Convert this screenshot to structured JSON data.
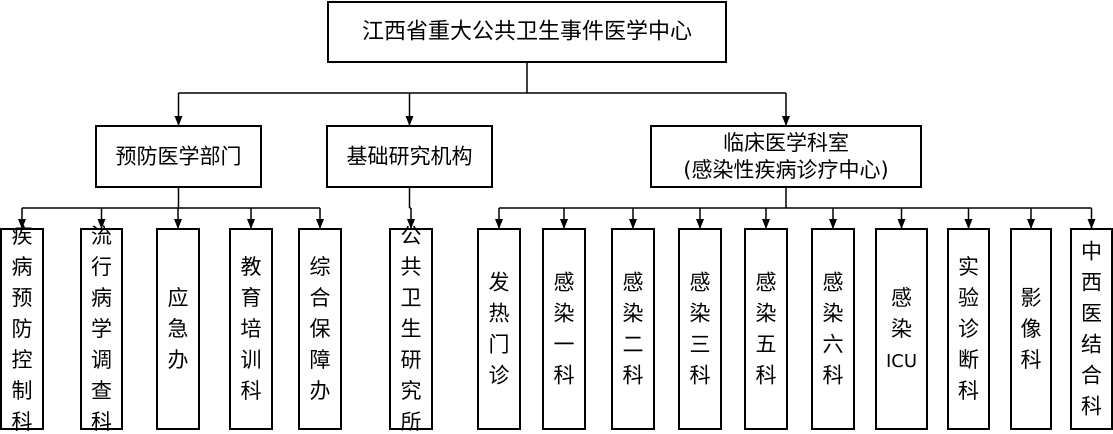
{
  "colors": {
    "line": "#000000",
    "box_fill": "#ffffff",
    "text": "#000000"
  },
  "root": {
    "label": "江西省重大公共卫生事件医学中心"
  },
  "departments": [
    {
      "key": "prevention",
      "label": "预防医学部门",
      "label_line2": ""
    },
    {
      "key": "research",
      "label": "基础研究机构",
      "label_line2": ""
    },
    {
      "key": "clinical",
      "label": "临床医学科室",
      "label_line2": "(感染性疾病诊疗中心)"
    }
  ],
  "units": [
    {
      "label": "疾病预防控制科",
      "parent": "prevention"
    },
    {
      "label": "流行病学调查科",
      "parent": "prevention"
    },
    {
      "label": "应急办",
      "parent": "prevention"
    },
    {
      "label": "教育培训科",
      "parent": "prevention"
    },
    {
      "label": "综合保障办",
      "parent": "prevention"
    },
    {
      "label": "公共卫生研究所",
      "parent": "research"
    },
    {
      "label": "发热门诊",
      "parent": "clinical"
    },
    {
      "label": "感染一科",
      "parent": "clinical"
    },
    {
      "label": "感染二科",
      "parent": "clinical"
    },
    {
      "label": "感染三科",
      "parent": "clinical"
    },
    {
      "label": "感染五科",
      "parent": "clinical"
    },
    {
      "label": "感染六科",
      "parent": "clinical"
    },
    {
      "label": "感染ICU",
      "parent": "clinical"
    },
    {
      "label": "实验诊断科",
      "parent": "clinical"
    },
    {
      "label": "影像科",
      "parent": "clinical"
    },
    {
      "label": "中西医结合科",
      "parent": "clinical"
    }
  ]
}
